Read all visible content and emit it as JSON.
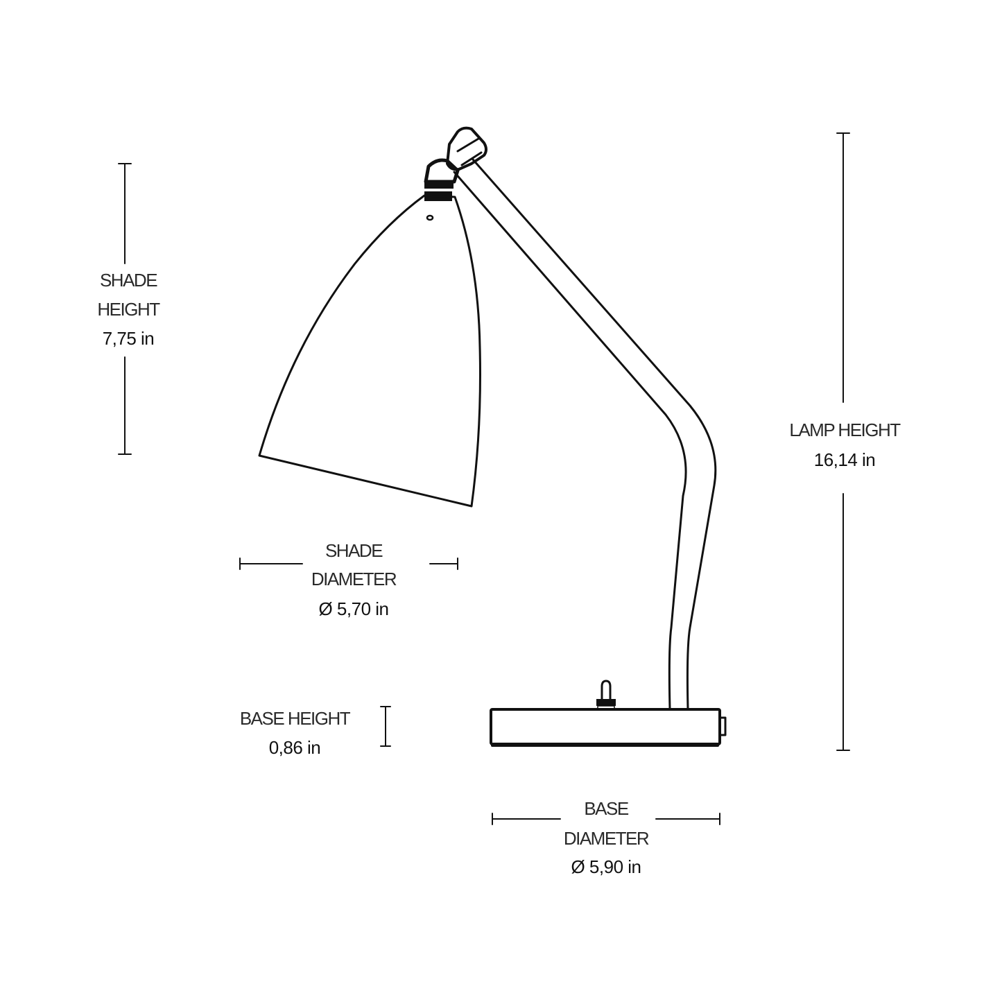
{
  "diagram": {
    "subject": "Table lamp dimension drawing",
    "colors": {
      "line": "#111111",
      "text_label": "#2a2a2a",
      "text_value": "#111111",
      "background": "#ffffff"
    }
  },
  "dimensions": {
    "shade_height": {
      "label_line1": "SHADE",
      "label_line2": "HEIGHT",
      "value": "7,75 in"
    },
    "shade_diameter": {
      "label_line1": "SHADE",
      "label_line2": "DIAMETER",
      "value": "Ø 5,70 in"
    },
    "base_height": {
      "label": "BASE HEIGHT",
      "value": "0,86 in"
    },
    "lamp_height": {
      "label": "LAMP HEIGHT",
      "value": "16,14 in"
    },
    "base_diameter": {
      "label_line1": "BASE",
      "label_line2": "DIAMETER",
      "value": "Ø 5,90 in"
    }
  }
}
